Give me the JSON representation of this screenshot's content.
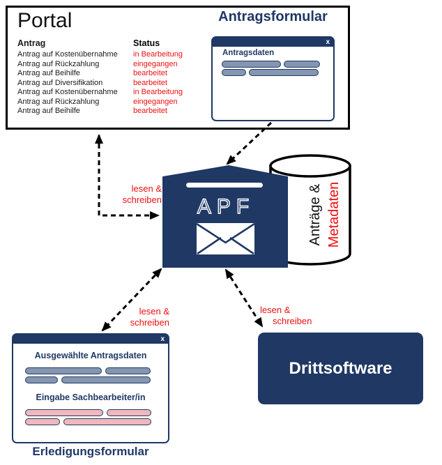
{
  "colors": {
    "navy": "#1f3864",
    "field_blue": "#8496b0",
    "field_pink": "#f0b8bc",
    "red": "#ee0f0f",
    "black": "#000000"
  },
  "portal": {
    "title": "Portal",
    "table": {
      "col_antrag": "Antrag",
      "col_status": "Status",
      "rows": [
        {
          "antrag": "Antrag auf Kostenübernahme",
          "status": "in Bearbeitung"
        },
        {
          "antrag": "Antrag auf Rückzahlung",
          "status": "eingegangen"
        },
        {
          "antrag": "Antrag auf Beihilfe",
          "status": "bearbeitet"
        },
        {
          "antrag": "Antrag auf Diversifikation",
          "status": "bearbeitet"
        },
        {
          "antrag": "Antrag auf Kostenübernahme",
          "status": "in Bearbeitung"
        },
        {
          "antrag": "Antrag auf Rückzahlung",
          "status": "eingegangen"
        },
        {
          "antrag": "Antrag auf Beihilfe",
          "status": "bearbeitet"
        }
      ]
    }
  },
  "antragsformular": {
    "heading": "Antragsformular",
    "close_label": "x",
    "section_label": "Antragsdaten"
  },
  "apf": {
    "label": "APF"
  },
  "database": {
    "line1": "Anträge &",
    "line2": "Metadaten"
  },
  "drittsoftware": {
    "label": "Drittsoftware"
  },
  "erledigungsformular": {
    "heading": "Erledigungsformular",
    "close_label": "x",
    "section1_label": "Ausgewählte Antragsdaten",
    "section2_label": "Eingabe Sachbearbeiter/in"
  },
  "edges": {
    "portal_apf": {
      "lines": [
        "lesen &",
        "schreiben"
      ]
    },
    "apf_erledigung": {
      "lines": [
        "lesen &",
        "schreiben"
      ]
    },
    "apf_drittsoftware": {
      "lines": [
        "lesen &",
        "schreiben"
      ]
    }
  }
}
